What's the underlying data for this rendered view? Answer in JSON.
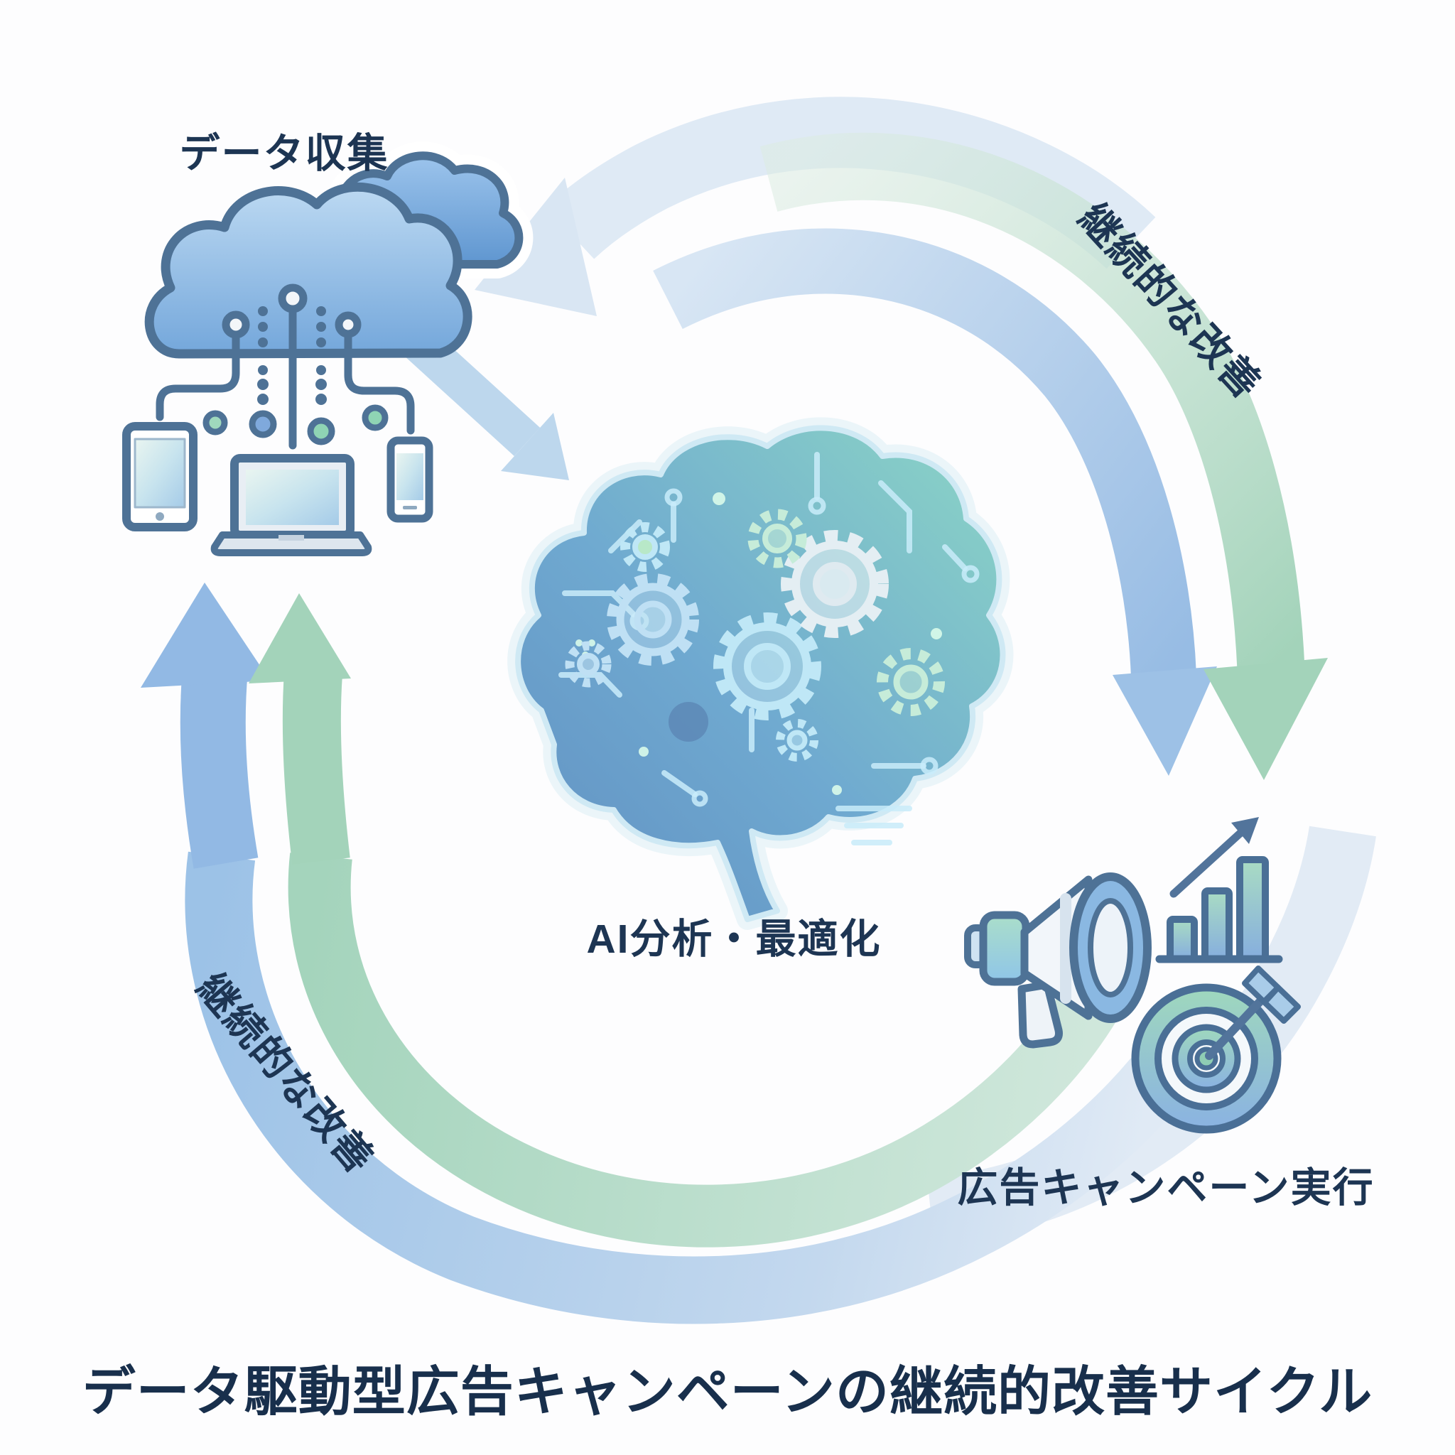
{
  "diagram": {
    "title": "データ駆動型広告キャンペーンの継続的改善サイクル",
    "nodes": {
      "data_collection": {
        "label": "データ収集",
        "icon": "cloud-devices-icon"
      },
      "ai_analysis": {
        "label": "AI分析・最適化",
        "icon": "circuit-brain-icon"
      },
      "campaign_execution": {
        "label": "広告キャンペーン実行",
        "icons": [
          "megaphone-icon",
          "bar-chart-icon",
          "target-icon"
        ]
      }
    },
    "cycle_labels": {
      "top_right": "継続的な改善",
      "bottom_left": "継続的な改善"
    },
    "colors": {
      "label_text": "#1d3553",
      "title_text": "#182f4c",
      "cycle_blue": "#92b9e4",
      "cycle_green": "#a3d3ba",
      "cycle_pale": "#dfeaf5",
      "icon_outline": "#4e7296",
      "accent_green": "#8fd4b4",
      "accent_blue": "#7fa9dc"
    }
  }
}
